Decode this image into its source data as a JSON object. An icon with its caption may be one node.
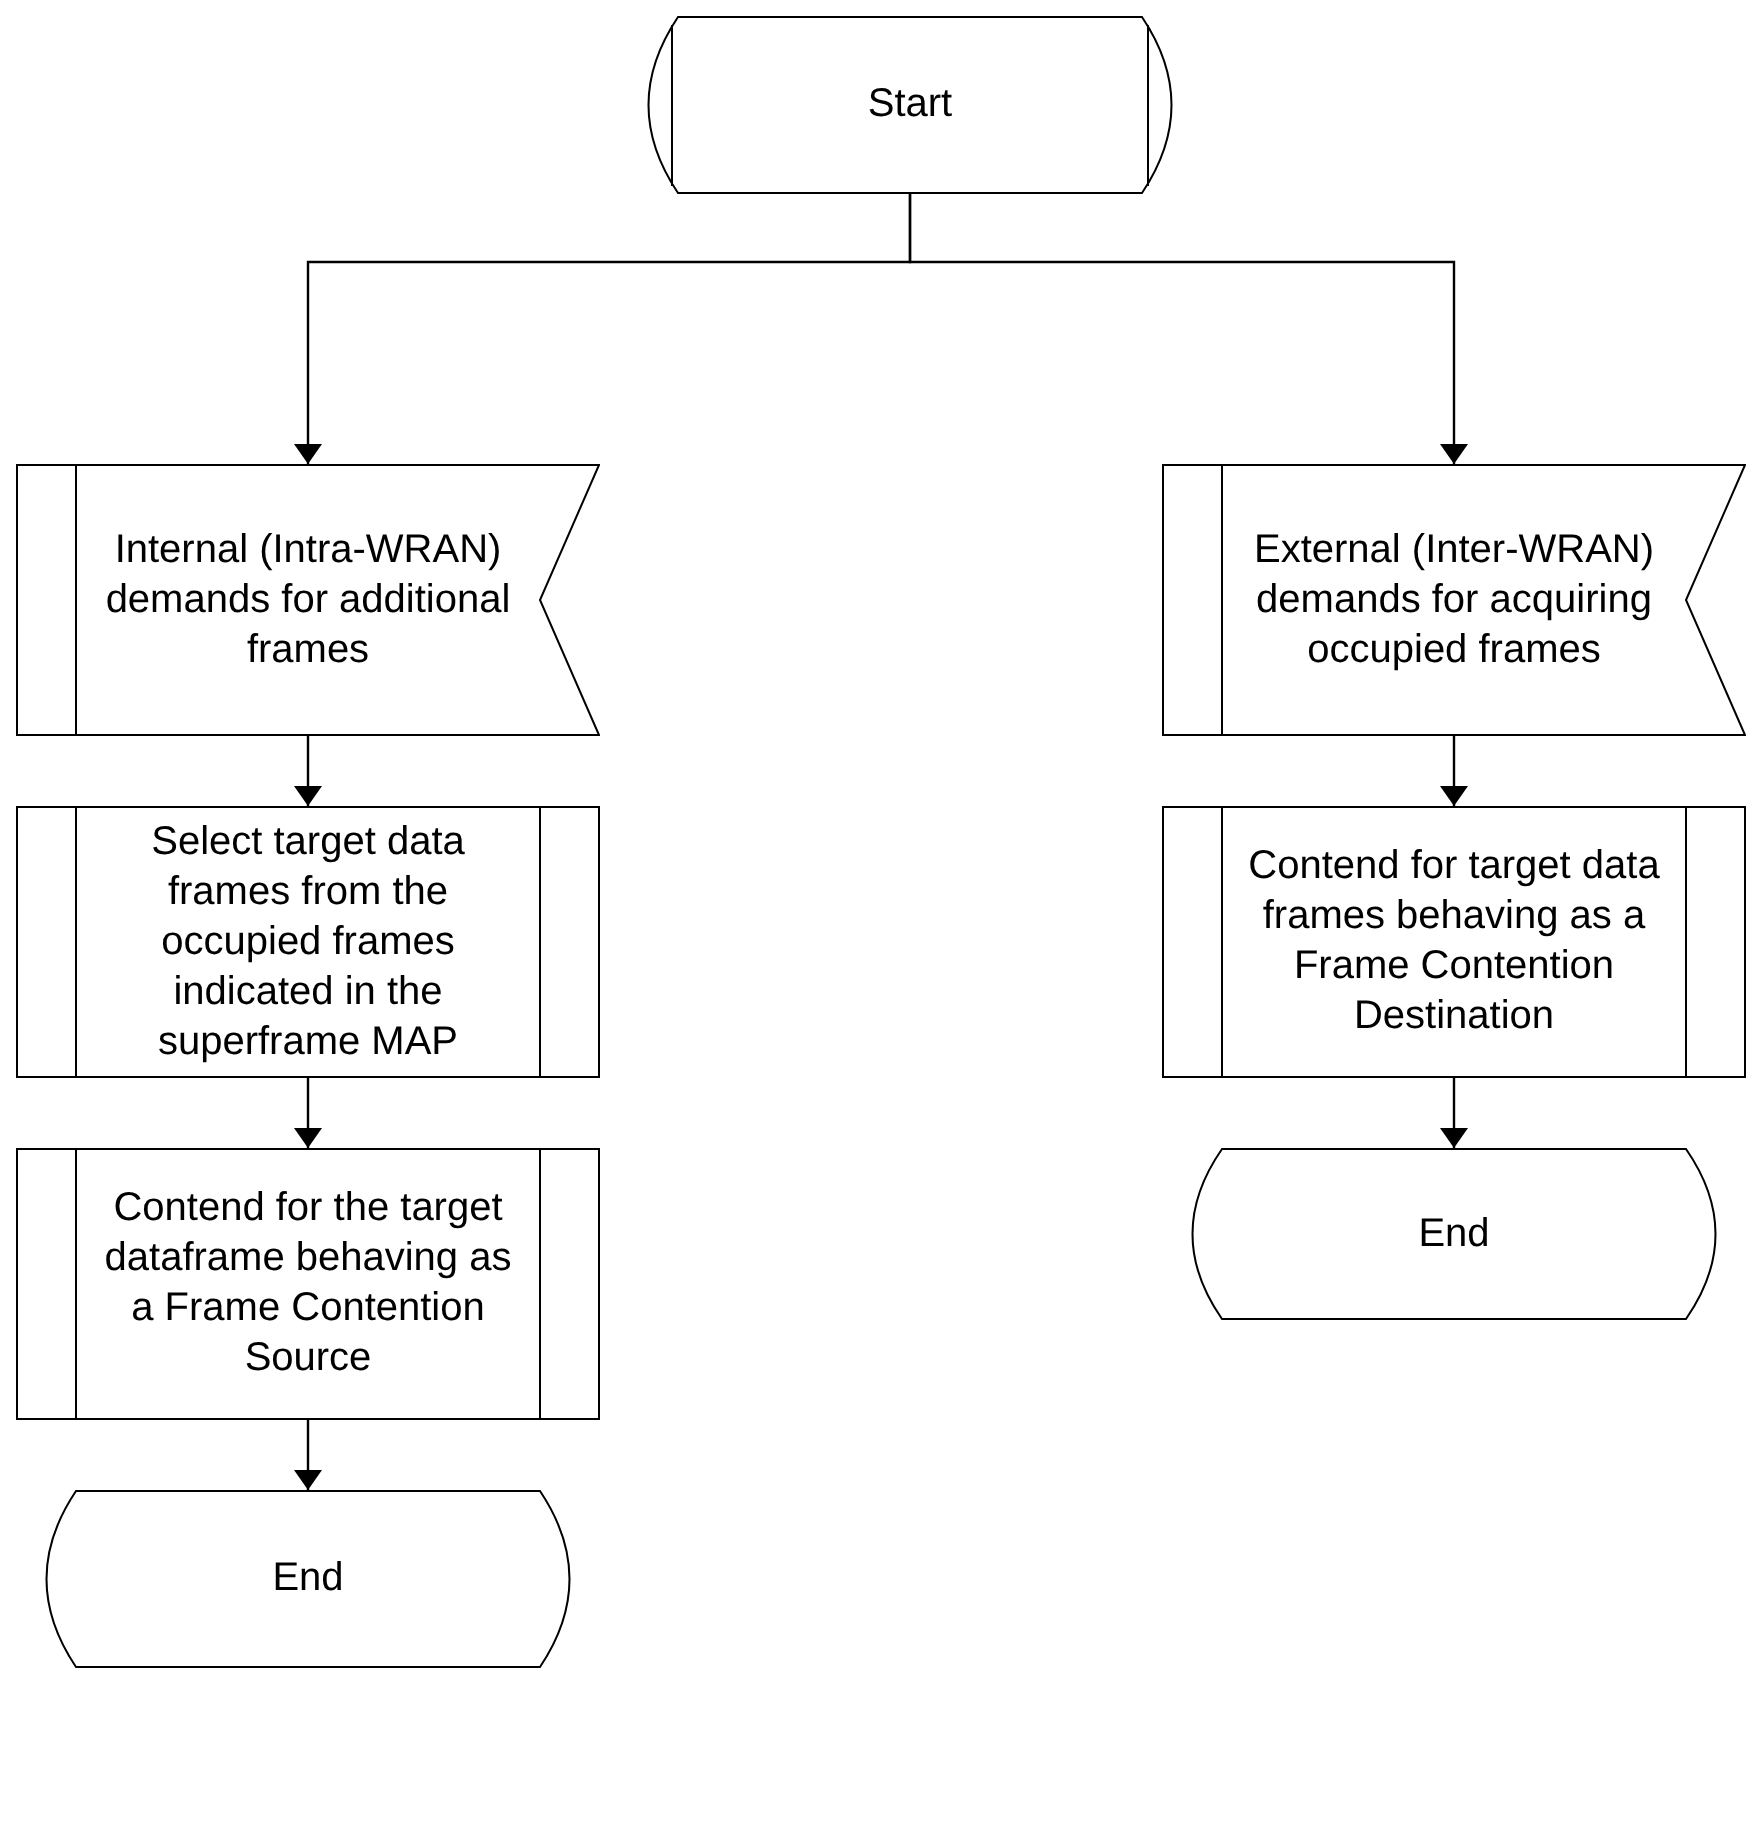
{
  "diagram": {
    "nodes": [
      {
        "text": [
          "Start"
        ]
      },
      {
        "text": [
          "Internal (Intra-WRAN) demands for additional frames"
        ]
      },
      {
        "text": [
          "External (Inter-WRAN) demands for acquiring occupied frames"
        ]
      },
      {
        "text": [
          "Select target data frames from the occupied frames indicated in the superframe MAP"
        ]
      },
      {
        "text": [
          "Contend for target data frames behaving as a Frame Contention Destination"
        ]
      },
      {
        "text": [
          "Contend for the target dataframe behaving as a Frame Contention Source"
        ]
      },
      {
        "text": [
          "End"
        ]
      },
      {
        "text": [
          "End"
        ]
      }
    ],
    "edges": [
      {
        "from": 0,
        "to": 1,
        "arrow": "to"
      },
      {
        "from": 0,
        "to": 2,
        "arrow": "to"
      },
      {
        "from": 1,
        "to": 3,
        "arrow": "to"
      },
      {
        "from": 3,
        "to": 5,
        "arrow": "to"
      },
      {
        "from": 5,
        "to": 6,
        "arrow": "to"
      },
      {
        "from": 2,
        "to": 4,
        "arrow": "to"
      },
      {
        "from": 4,
        "to": 7,
        "arrow": "to"
      }
    ]
  }
}
